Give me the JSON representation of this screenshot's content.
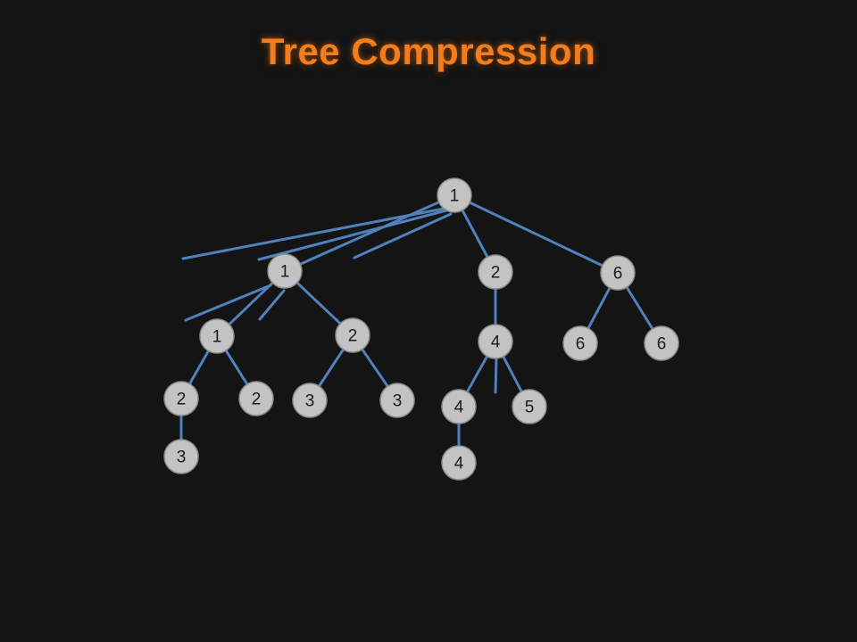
{
  "title": "Tree Compression",
  "colors": {
    "background": "#141414",
    "title": "#f07d1e",
    "edge": "#4f81bd",
    "node_fill": "#c3c3c3",
    "node_text": "#1a1a1a"
  },
  "nodes": [
    {
      "id": "root",
      "label": "1"
    },
    {
      "id": "n1",
      "label": "1"
    },
    {
      "id": "n2",
      "label": "2"
    },
    {
      "id": "n6",
      "label": "6"
    },
    {
      "id": "n1a",
      "label": "1"
    },
    {
      "id": "n1b",
      "label": "2"
    },
    {
      "id": "n4",
      "label": "4"
    },
    {
      "id": "n6a",
      "label": "6"
    },
    {
      "id": "n6b",
      "label": "6"
    },
    {
      "id": "n2a",
      "label": "2"
    },
    {
      "id": "n2b",
      "label": "2"
    },
    {
      "id": "n3a",
      "label": "3"
    },
    {
      "id": "n3b",
      "label": "3"
    },
    {
      "id": "n4a",
      "label": "4"
    },
    {
      "id": "n5",
      "label": "5"
    },
    {
      "id": "n3c",
      "label": "3"
    },
    {
      "id": "n4b",
      "label": "4"
    }
  ],
  "edges": [
    {
      "from": "root",
      "to": "n2"
    },
    {
      "from": "root",
      "to": "n6"
    },
    {
      "from": "root",
      "to": "n1"
    },
    {
      "from": "n1",
      "to": "n1a"
    },
    {
      "from": "n1",
      "to": "n1b"
    },
    {
      "from": "n2",
      "to": "n4"
    },
    {
      "from": "n6",
      "to": "n6a"
    },
    {
      "from": "n6",
      "to": "n6b"
    },
    {
      "from": "n1a",
      "to": "n2a"
    },
    {
      "from": "n1a",
      "to": "n2b"
    },
    {
      "from": "n1b",
      "to": "n3a"
    },
    {
      "from": "n1b",
      "to": "n3b"
    },
    {
      "from": "n4",
      "to": "n4a"
    },
    {
      "from": "n4",
      "to": "n5"
    },
    {
      "from": "n2a",
      "to": "n3c"
    },
    {
      "from": "n4a",
      "to": "n4b"
    }
  ]
}
